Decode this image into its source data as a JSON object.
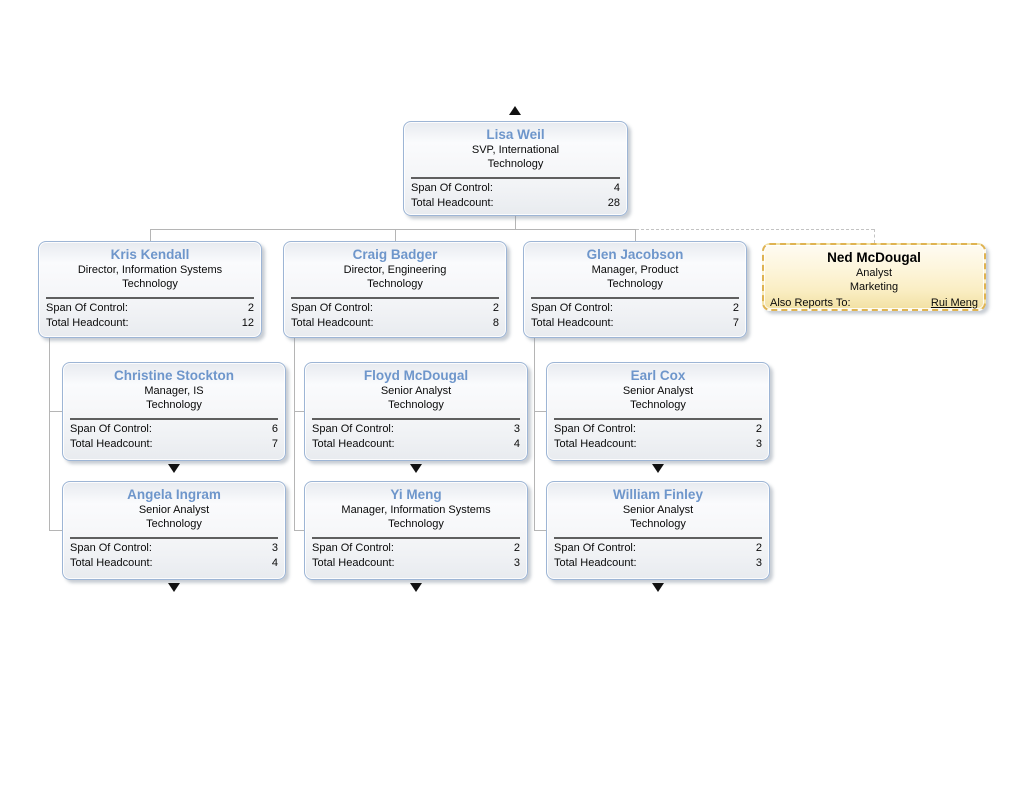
{
  "labels": {
    "span_of_control": "Span Of Control:",
    "total_headcount": "Total Headcount:",
    "also_reports_to": "Also Reports To:"
  },
  "colors": {
    "name_text": "#6e96cb",
    "box_border": "#9db5d5",
    "dotted_box_border": "#dfb352",
    "dotted_box_fill": "#fdf4d4",
    "connector": "#b5b5b5",
    "arrow": "#111111"
  },
  "nodes": [
    {
      "name": "Lisa Weil",
      "title": "SVP, International",
      "dept": "Technology",
      "span_of_control": "4",
      "total_headcount": "28"
    },
    {
      "name": "Kris Kendall",
      "title": "Director, Information Systems",
      "dept": "Technology",
      "span_of_control": "2",
      "total_headcount": "12"
    },
    {
      "name": "Craig Badger",
      "title": "Director, Engineering",
      "dept": "Technology",
      "span_of_control": "2",
      "total_headcount": "8"
    },
    {
      "name": "Glen Jacobson",
      "title": "Manager, Product",
      "dept": "Technology",
      "span_of_control": "2",
      "total_headcount": "7"
    },
    {
      "name": "Ned McDougal",
      "title": "Analyst",
      "dept": "Marketing",
      "also_reports_to": "Rui Meng"
    },
    {
      "name": "Christine Stockton",
      "title": "Manager, IS",
      "dept": "Technology",
      "span_of_control": "6",
      "total_headcount": "7"
    },
    {
      "name": "Floyd McDougal",
      "title": "Senior Analyst",
      "dept": "Technology",
      "span_of_control": "3",
      "total_headcount": "4"
    },
    {
      "name": "Earl Cox",
      "title": "Senior Analyst",
      "dept": "Technology",
      "span_of_control": "2",
      "total_headcount": "3"
    },
    {
      "name": "Angela Ingram",
      "title": "Senior Analyst",
      "dept": "Technology",
      "span_of_control": "3",
      "total_headcount": "4"
    },
    {
      "name": "Yi Meng",
      "title": "Manager, Information Systems",
      "dept": "Technology",
      "span_of_control": "2",
      "total_headcount": "3"
    },
    {
      "name": "William Finley",
      "title": "Senior Analyst",
      "dept": "Technology",
      "span_of_control": "2",
      "total_headcount": "3"
    }
  ]
}
